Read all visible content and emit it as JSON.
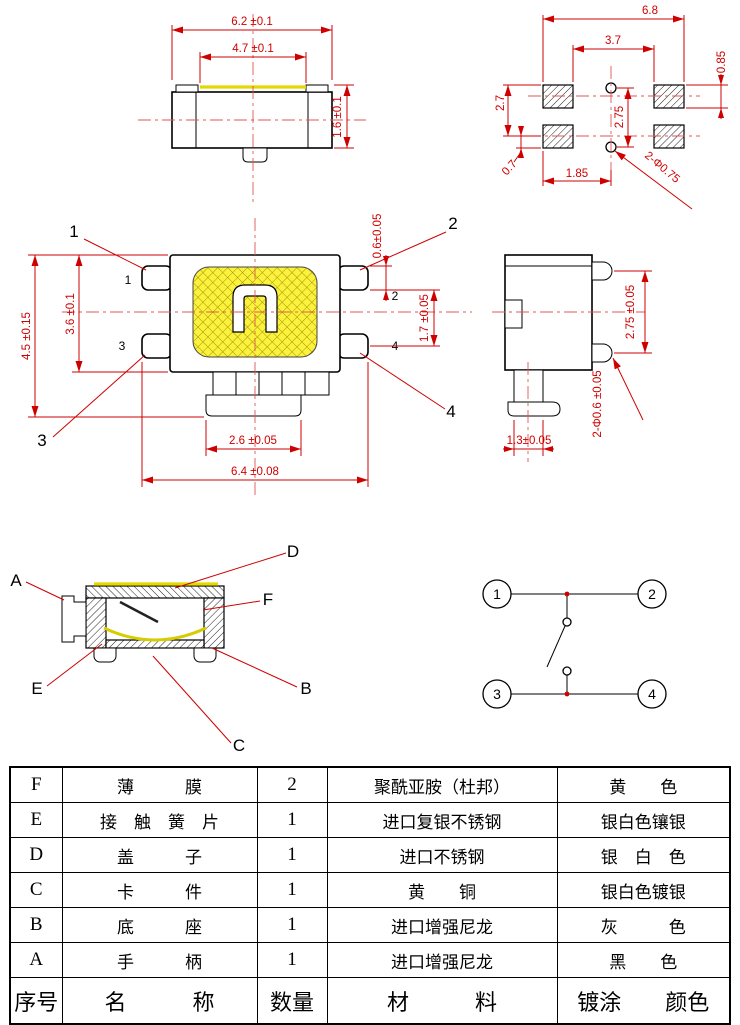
{
  "front_view": {
    "width_outer": "6.2 ±0.1",
    "width_top": "4.7 ±0.1",
    "height": "1.6 ±0.1"
  },
  "land_pattern": {
    "width": "6.8",
    "inner_width": "3.7",
    "pad_height": "0.85",
    "row_offset": "2.7",
    "hole_pitch": "2.75",
    "edge_offset": "0.7",
    "hole_x": "1.85",
    "holes": "2-Φ0.75"
  },
  "top_view": {
    "overall_height": "4.5 ±0.15",
    "body_height": "3.6 ±0.1",
    "pin_thickness": "0.6±0.05",
    "pin_span": "1.7 ±0.05",
    "stem_width": "2.6 ±0.05",
    "overall_width": "6.4 ±0.08",
    "callouts": {
      "c1": "1",
      "c2": "2",
      "c3": "3",
      "c4": "4"
    },
    "pins": {
      "p1": "1",
      "p2": "2",
      "p3": "3",
      "p4": "4"
    }
  },
  "side_view": {
    "pin_pitch": "2.75 ±0.05",
    "pin_diameter": "2-Φ0.6 ±0.05",
    "stem_width": "1.3±0.05"
  },
  "section_view": {
    "labels": {
      "a": "A",
      "b": "B",
      "c": "C",
      "d": "D",
      "e": "E",
      "f": "F"
    }
  },
  "schematic": {
    "terminals": {
      "t1": "1",
      "t2": "2",
      "t3": "3",
      "t4": "4"
    }
  },
  "table": {
    "rows": [
      {
        "id": "F",
        "name": "薄　　　膜",
        "qty": "2",
        "material": "聚酰亚胺（杜邦）",
        "color": "黄　　色"
      },
      {
        "id": "E",
        "name": "接　触　簧　片",
        "qty": "1",
        "material": "进口复银不锈钢",
        "color": "银白色镶银"
      },
      {
        "id": "D",
        "name": "盖　　　子",
        "qty": "1",
        "material": "进口不锈钢",
        "color": "银　白　色"
      },
      {
        "id": "C",
        "name": "卡　　　件",
        "qty": "1",
        "material": "黄　　铜",
        "color": "银白色镀银"
      },
      {
        "id": "B",
        "name": "底　　　座",
        "qty": "1",
        "material": "进口增强尼龙",
        "color": "灰　　　色"
      },
      {
        "id": "A",
        "name": "手　　　柄",
        "qty": "1",
        "material": "进口增强尼龙",
        "color": "黑　　色"
      }
    ],
    "header": {
      "id": "序号",
      "name": "名　　　称",
      "qty": "数量",
      "material": "材　　　料",
      "color": "镀涂　　颜色"
    }
  },
  "colors": {
    "dimension": "#cf0000",
    "film_highlight": "#e3d800",
    "hatch_yellow": "#fcf23d"
  }
}
